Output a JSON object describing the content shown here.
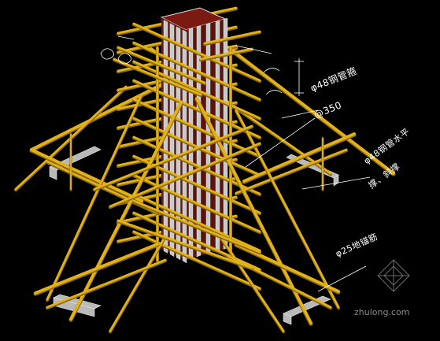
{
  "annotations": {
    "steel_pipe_column": "φ48钢管箍",
    "spacing": "@350",
    "steel_pipe_brace": "φ48钢管水平",
    "brace_types": "撑、斜撑",
    "anchor_rebar": "φ25地锚筋"
  },
  "watermark": {
    "text": "zhulong.com"
  },
  "colors": {
    "background": "#000000",
    "pipe": "#e3b21a",
    "pipe_shadow": "#8a6a0c",
    "formwork_panel": "#c9c9c9",
    "concrete_interior": "#7a1a10",
    "annotation_line": "#ffffff"
  },
  "icons": [
    "dimension-marker-icon",
    "zhulong-logo-icon"
  ]
}
